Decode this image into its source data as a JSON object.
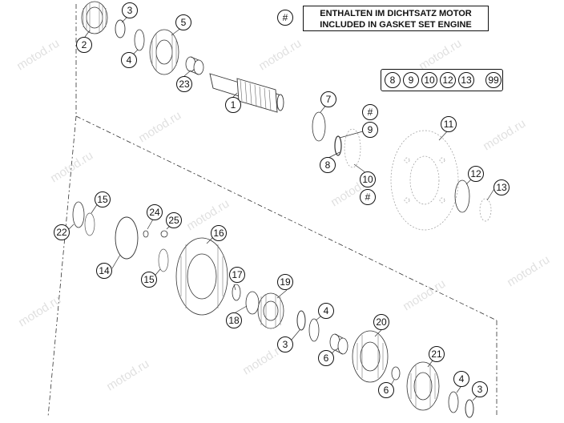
{
  "header": {
    "hash_symbol": "#",
    "note_line1": "ENTHALTEN IM DICHTSATZ MOTOR",
    "note_line2": "INCLUDED IN GASKET SET ENGINE"
  },
  "kit": {
    "items": [
      "8",
      "9",
      "10",
      "12",
      "13"
    ],
    "result": "99"
  },
  "callouts": {
    "c1": "1",
    "c2": "2",
    "c3a": "3",
    "c4a": "4",
    "c5": "5",
    "c23": "23",
    "c7": "7",
    "hash1": "#",
    "c9": "9",
    "c8": "8",
    "c10": "10",
    "hash2": "#",
    "c11": "11",
    "c12": "12",
    "c13": "13",
    "c15a": "15",
    "c22": "22",
    "c24": "24",
    "c25": "25",
    "c16": "16",
    "c14": "14",
    "c15b": "15",
    "c17": "17",
    "c19": "19",
    "c18": "18",
    "c4b": "4",
    "c20": "20",
    "c3b": "3",
    "c6a": "6",
    "c21": "21",
    "c4c": "4",
    "c3c": "3",
    "c6b": "6"
  },
  "watermark": "motod.ru"
}
